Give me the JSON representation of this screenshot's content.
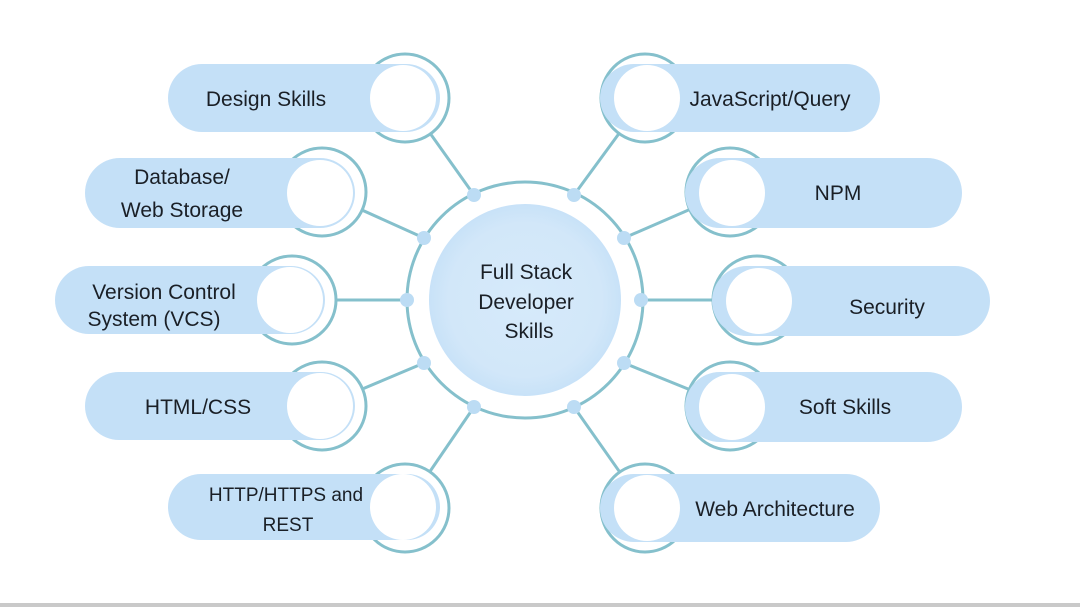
{
  "colors": {
    "pill_fill": "#c4e0f7",
    "ring_stroke": "#85c0cc",
    "node_fill": "#bcdcf4",
    "center_fill": "#d3e8fa",
    "text": "#1a1f26"
  },
  "center": {
    "lines": [
      "Full Stack",
      "Developer",
      "Skills"
    ]
  },
  "left_skills": [
    {
      "lines": [
        "Design Skills"
      ]
    },
    {
      "lines": [
        "Database/",
        "Web Storage"
      ]
    },
    {
      "lines": [
        "Version Control",
        "System (VCS)"
      ]
    },
    {
      "lines": [
        "HTML/CSS"
      ]
    },
    {
      "lines": [
        "HTTP/HTTPS and",
        "REST"
      ]
    }
  ],
  "right_skills": [
    {
      "lines": [
        "JavaScript/Query"
      ]
    },
    {
      "lines": [
        "NPM"
      ]
    },
    {
      "lines": [
        "Security"
      ]
    },
    {
      "lines": [
        "Soft Skills"
      ]
    },
    {
      "lines": [
        "Web Architecture"
      ]
    }
  ]
}
